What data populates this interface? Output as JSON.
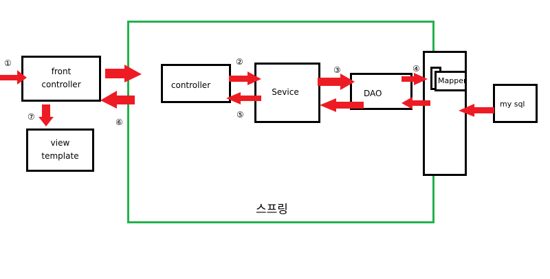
{
  "colors": {
    "frame": "#22b14c",
    "arrow": "#ed1c24",
    "box_border": "#000000"
  },
  "spring_label": "스프링",
  "boxes": {
    "front_controller": {
      "line1": "front",
      "line2": "controller"
    },
    "view_template": {
      "line1": "view",
      "line2": "template"
    },
    "controller": "controller",
    "service": "Sevice",
    "dao": "DAO",
    "mapper": "Mapper",
    "mysql": "my sql"
  },
  "steps": [
    "①",
    "②",
    "③",
    "④",
    "⑤",
    "⑥",
    "⑦"
  ]
}
